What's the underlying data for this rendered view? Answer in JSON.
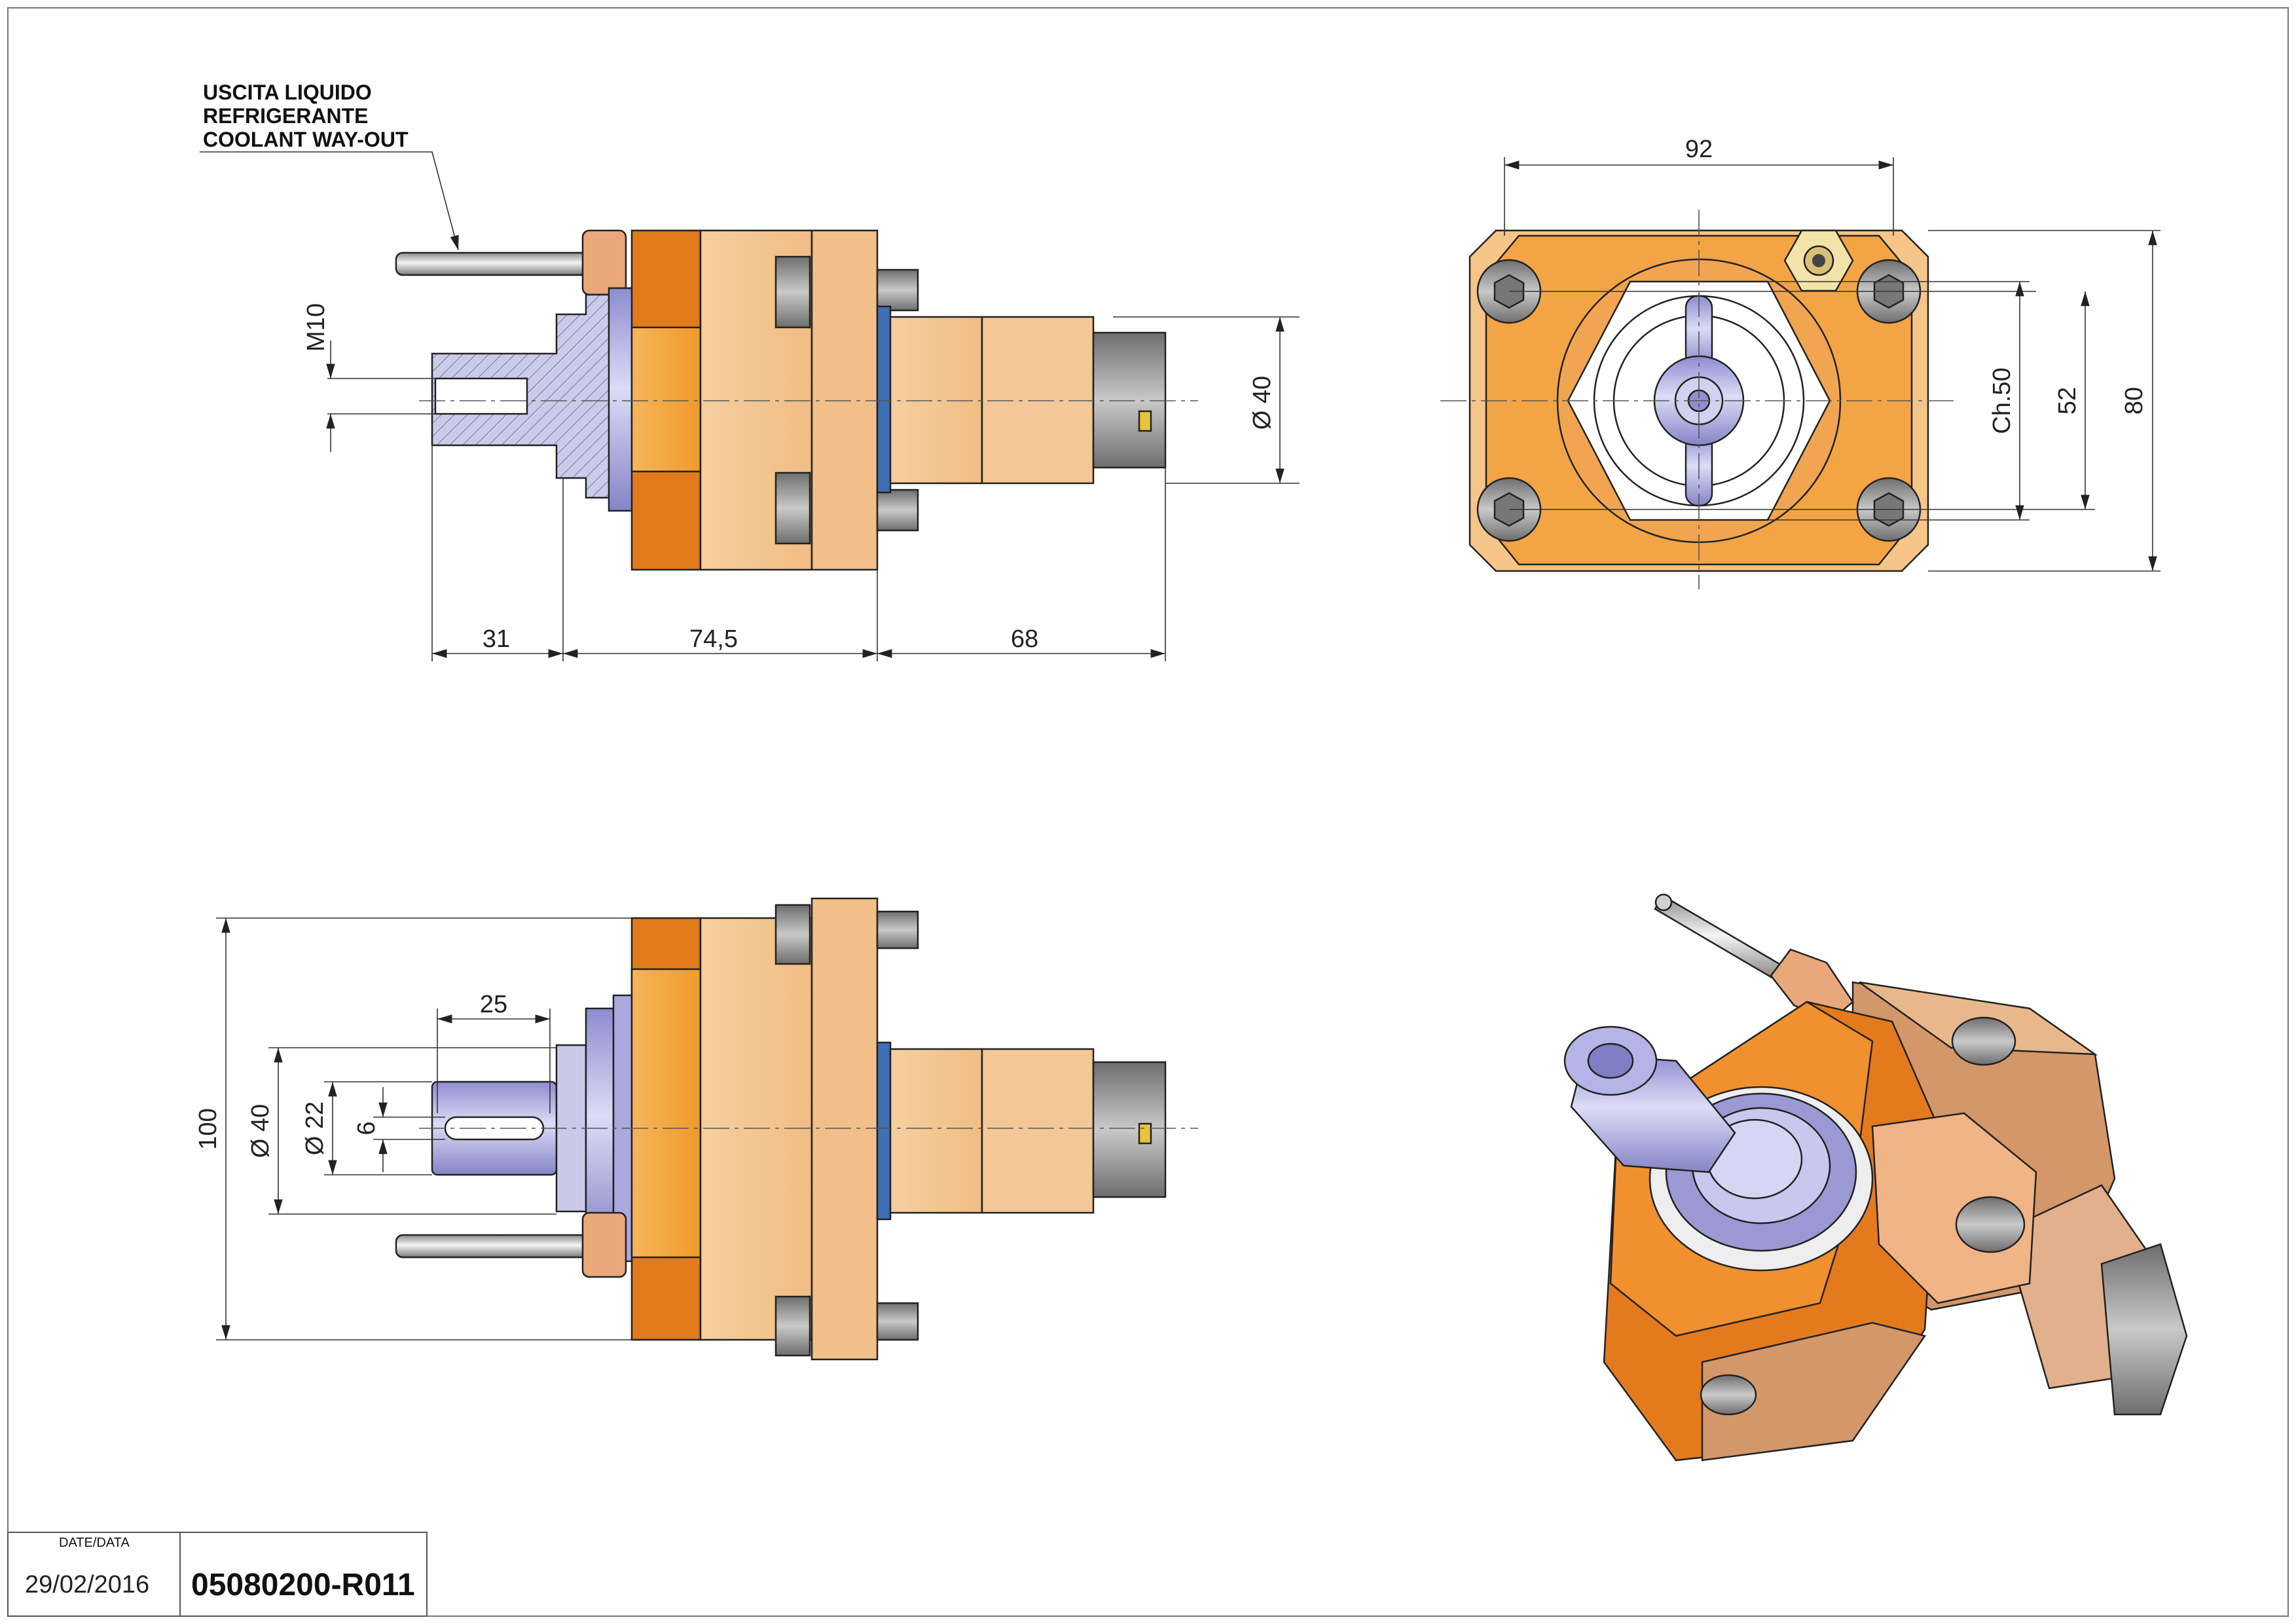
{
  "coolant_note": {
    "line1": "USCITA LIQUIDO",
    "line2": "REFRIGERANTE",
    "line3": "COOLANT WAY-OUT"
  },
  "side_view_dims": {
    "thread": "M10",
    "dia": "Ø 40",
    "len_shank": "31",
    "len_body": "74,5",
    "len_nose": "68"
  },
  "front_view_dims": {
    "width": "92",
    "hex": "Ch.50",
    "bolt": "52",
    "height": "80"
  },
  "bottom_view_dims": {
    "key_len": "25",
    "overall": "100",
    "dia40": "Ø 40",
    "dia22": "Ø 22",
    "key_w": "6"
  },
  "title_block": {
    "date_label": "DATE/DATA",
    "date": "29/02/2016",
    "code": "05080200-R011"
  },
  "colors": {
    "orange_dark": "#e07a1a",
    "orange": "#f3a444",
    "peach": "#f6cf9e",
    "bronze": "#d4a07a",
    "lavender": "#b5b4e6",
    "steel": "#9a9a9a"
  }
}
